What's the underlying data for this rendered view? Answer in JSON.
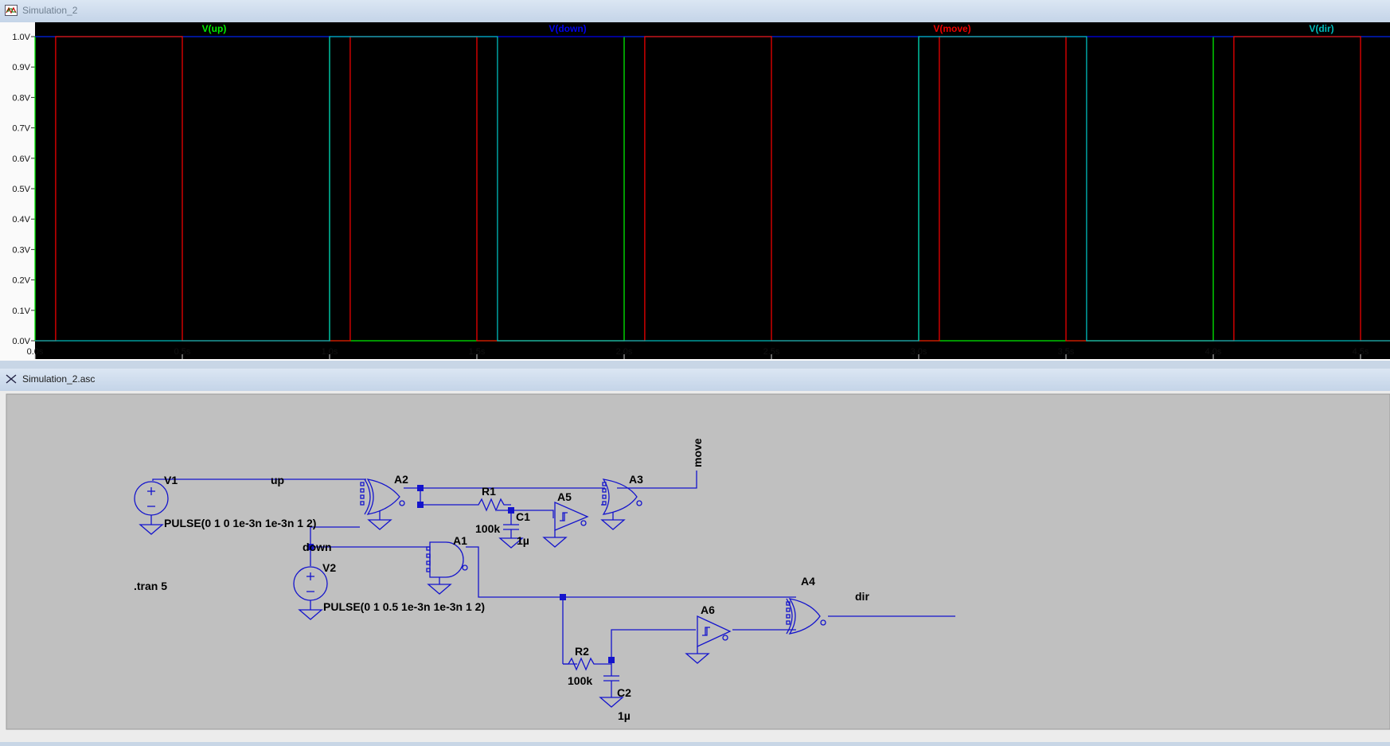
{
  "waveform_window": {
    "title": "Simulation_2",
    "traces": [
      {
        "name": "V(up)",
        "color": "#00ee00"
      },
      {
        "name": "V(down)",
        "color": "#0000ee"
      },
      {
        "name": "V(move)",
        "color": "#ee0000"
      },
      {
        "name": "V(dir)",
        "color": "#00bbbb"
      }
    ],
    "y_ticks": [
      "1.0V",
      "0.9V",
      "0.8V",
      "0.7V",
      "0.6V",
      "0.5V",
      "0.4V",
      "0.3V",
      "0.2V",
      "0.1V",
      "0.0V"
    ],
    "x_ticks": [
      "0.0s",
      "0.5s",
      "1.0s",
      "1.5s",
      "2.0s",
      "2.5s",
      "3.0s",
      "3.5s",
      "4.0s",
      "4.5s"
    ]
  },
  "chart_data": {
    "type": "line",
    "xlabel": "",
    "ylabel": "",
    "xlim": [
      0,
      4.6
    ],
    "ylim": [
      0,
      1.0
    ],
    "grid": false,
    "series": [
      {
        "name": "V(up)",
        "color": "#00ee00",
        "x": [
          0,
          0,
          1,
          1,
          2,
          2,
          3,
          3,
          4,
          4,
          4.6
        ],
        "values": [
          0,
          1,
          1,
          0,
          0,
          1,
          1,
          0,
          0,
          1,
          1
        ]
      },
      {
        "name": "V(down)",
        "color": "#0000ee",
        "x": [
          0,
          0.5,
          0.5,
          2.5,
          2.5,
          4.5,
          4.5,
          4.6
        ],
        "values": [
          1,
          1,
          1,
          1,
          1,
          1,
          1,
          1
        ]
      },
      {
        "name": "V(move)",
        "color": "#ee0000",
        "x": [
          0,
          0.07,
          0.07,
          0.5,
          0.5,
          1.07,
          1.07,
          1.5,
          1.5,
          2.07,
          2.07,
          2.5,
          2.5,
          3.07,
          3.07,
          3.5,
          3.5,
          4.07,
          4.07,
          4.5,
          4.5,
          4.6
        ],
        "values": [
          0,
          0,
          1,
          1,
          0,
          0,
          1,
          1,
          0,
          0,
          1,
          1,
          0,
          0,
          1,
          1,
          0,
          0,
          1,
          1,
          0,
          0
        ]
      },
      {
        "name": "V(dir)",
        "color": "#00bbbb",
        "x": [
          0,
          1,
          1,
          1.57,
          1.57,
          3,
          3,
          3.57,
          3.57,
          4.6
        ],
        "values": [
          0,
          0,
          1,
          1,
          0,
          0,
          1,
          1,
          0,
          0
        ]
      }
    ]
  },
  "schematic_window": {
    "title": "Simulation_2.asc",
    "labels": {
      "v1": "V1",
      "v1_value": "PULSE(0 1 0 1e-3n 1e-3n 1 2)",
      "v2": "V2",
      "v2_value": "PULSE(0 1 0.5 1e-3n 1e-3n 1 2)",
      "net_up": "up",
      "net_down": "down",
      "net_move": "move",
      "net_dir": "dir",
      "a1": "A1",
      "a2": "A2",
      "a3": "A3",
      "a4": "A4",
      "a5": "A5",
      "a6": "A6",
      "r1": "R1",
      "r1_value": "100k",
      "r2": "R2",
      "r2_value": "100k",
      "c1": "C1",
      "c1_value": "1µ",
      "c2": "C2",
      "c2_value": "1µ",
      "directive": ".tran 5"
    }
  }
}
